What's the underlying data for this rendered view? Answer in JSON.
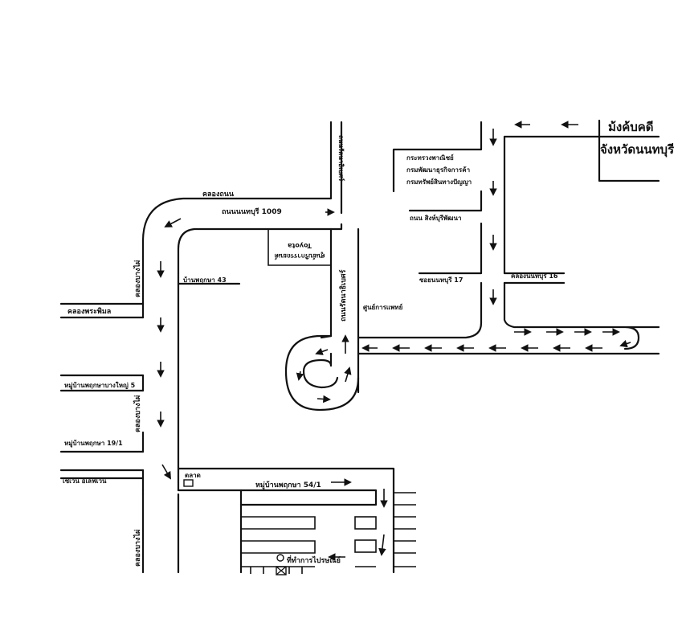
{
  "map": {
    "court": {
      "line1": "ม้งค้บคดี",
      "line2": "จังหวัดนนทบุรี"
    },
    "agency": {
      "line1": "กระทรวงพาณิชย์",
      "line2": "กรมพัฒนาธุรกิจการค้า",
      "line3": "กรมทรัพย์สินทางปัญญา"
    },
    "roads": {
      "top_canal": "คลองถนน",
      "khlong_bangphai_top": "ถนนนนทบุรี 1009",
      "khlong_vertical_top": "ถนนรัตนาธิเบศร์",
      "vertical_main": "ถนนรัตนาธิเบศร์",
      "soi43": "บ้านพฤกษา 43",
      "left_canal_a": "คลองบางไผ่",
      "left_canal_b": "คลองบางไผ่",
      "left_canal_c": "คลองบางไผ่",
      "khlong_thaphan": "คลองพระพิมล",
      "village5": "หมู่บ้านพฤกษาบางใหญ่ 5",
      "village19": "หมู่บ้านพฤกษา 19/1",
      "seven_eleven": "เซเว่น อีเลฟเว่น",
      "pakkret_road": "ถนน สิงห์บุรีพัฒนา",
      "nonthaburi17": "ซอยนนทบุรี 17",
      "nonthaburi16": "คลองนนทบุรี 16",
      "hospital": "ศูนย์การแพทย์",
      "village54": "หมู่บ้านพฤกษา 54/1",
      "market": "ตลาด",
      "district_office": "ที่ทำการไปรษณีย์"
    },
    "toyota": {
      "line1": "Toyota",
      "line2": "ศูนย์บริการรถยนต์"
    }
  }
}
